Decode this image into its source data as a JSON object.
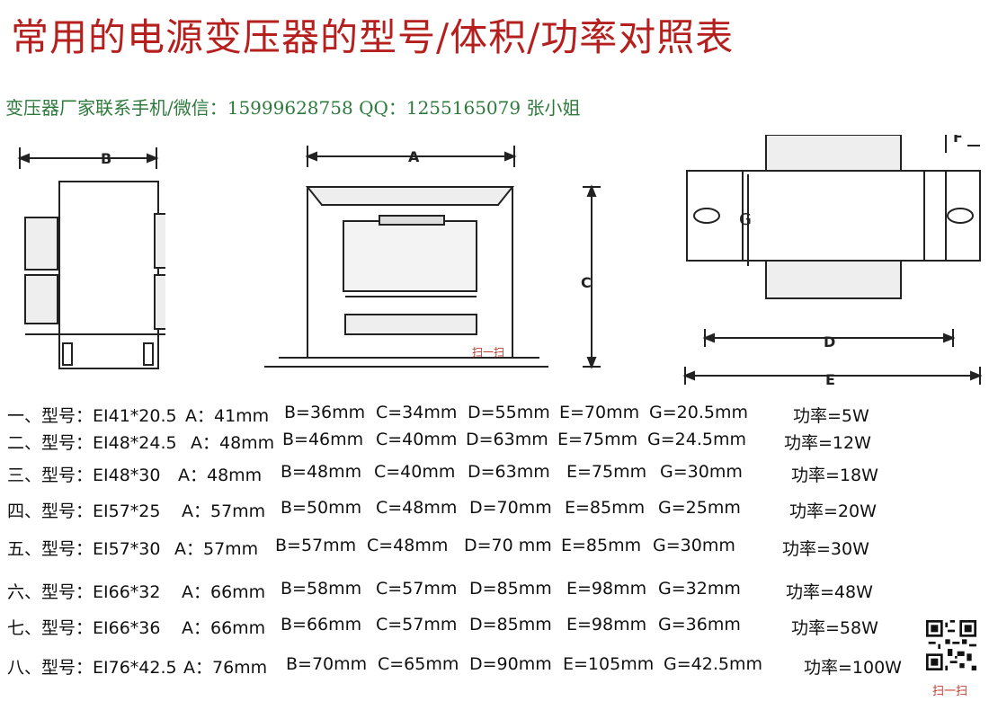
{
  "title": "常用的电源变压器的型号/体积/功率对照表",
  "contact": "变压器厂家联系手机/微信：15999628758  QQ：1255165079 张小姐",
  "diagram_labels": {
    "A": "A",
    "B": "B",
    "C": "C",
    "D": "D",
    "E": "E",
    "F": "F",
    "G": "G"
  },
  "scan_label": "扫一扫",
  "qr_label": "扫一扫",
  "rows": [
    {
      "prefix": "一、型号：EI41*20.5",
      "a": "A：41mm",
      "b": "B=36mm",
      "c": "C=34mm",
      "d": "D=55mm",
      "e": "E=70mm",
      "g": "G=20.5mm",
      "power": "功率=5W"
    },
    {
      "prefix": "二、型号：EI48*24.5",
      "a": "A：48mm",
      "b": "B=46mm",
      "c": "C=40mm",
      "d": "D=63mm",
      "e": "E=75mm",
      "g": "G=24.5mm",
      "power": "功率=12W"
    },
    {
      "prefix": "三、型号：EI48*30",
      "a": "A：48mm",
      "b": "B=48mm",
      "c": "C=40mm",
      "d": "D=63mm",
      "e": "E=75mm",
      "g": "G=30mm",
      "power": "功率=18W"
    },
    {
      "prefix": "四、型号：EI57*25",
      "a": "A：57mm",
      "b": "B=50mm",
      "c": "C=48mm",
      "d": "D=70mm",
      "e": "E=85mm",
      "g": "G=25mm",
      "power": "功率=20W"
    },
    {
      "prefix": "五、型号：EI57*30",
      "a": "A：57mm",
      "b": "B=57mm",
      "c": "C=48mm",
      "d": "D=70 mm",
      "e": "E=85mm",
      "g": "G=30mm",
      "power": "功率=30W"
    },
    {
      "prefix": "六、型号：EI66*32",
      "a": "A：66mm",
      "b": "B=58mm",
      "c": "C=57mm",
      "d": "D=85mm",
      "e": "E=98mm",
      "g": "G=32mm",
      "power": "功率=48W"
    },
    {
      "prefix": "七、型号：EI66*36",
      "a": "A：66mm",
      "b": "B=66mm",
      "c": "C=57mm",
      "d": "D=85mm",
      "e": "E=98mm",
      "g": "G=36mm",
      "power": "功率=58W"
    },
    {
      "prefix": "八、型号：EI76*42.5",
      "a": "A：76mm",
      "b": "B=70mm",
      "c": "C=65mm",
      "d": "D=90mm",
      "e": "E=105mm",
      "g": "G=42.5mm",
      "power": "功率=100W"
    }
  ]
}
